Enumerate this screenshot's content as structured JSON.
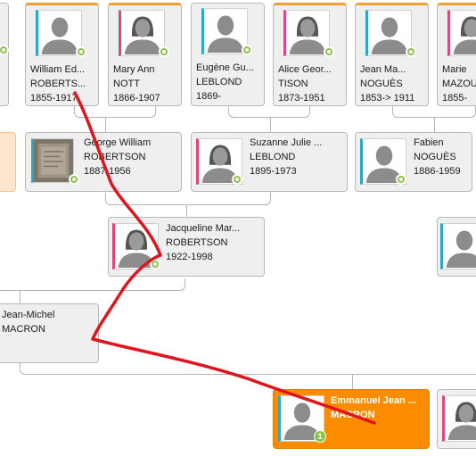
{
  "colors": {
    "male_accent": "#2aa6c8",
    "female_accent": "#e0457b",
    "verified_dot": "#8bc34a",
    "selected_card": "#fb8c00",
    "annotation_red": "#e0141e"
  },
  "people": {
    "william": {
      "first": "William Ed...",
      "last": "ROBERTS...",
      "dates": "1855-1917"
    },
    "maryann": {
      "first": "Mary Ann",
      "last": "NOTT",
      "dates": "1866-1907"
    },
    "eugene": {
      "first": "Eugène Gu...",
      "last": "LEBLOND",
      "dates": "1869-"
    },
    "alice": {
      "first": "Alice Geor...",
      "last": "TISON",
      "dates": "1873-1951"
    },
    "jean_ma": {
      "first": "Jean Ma...",
      "last": "NOGUÈS",
      "dates": "1853-> 1911"
    },
    "marie": {
      "first": "Marie",
      "last": "MAZOU",
      "dates": "1855-"
    },
    "george": {
      "first": "George William",
      "last": "ROBERTSON",
      "dates": "1887-1956"
    },
    "suzanne": {
      "first": "Suzanne Julie ...",
      "last": "LEBLOND",
      "dates": "1895-1973"
    },
    "fabien": {
      "first": "Fabien",
      "last": "NOGUÈS",
      "dates": "1886-1959"
    },
    "jacqueline": {
      "first": "Jacqueline Mar...",
      "last": "ROBERTSON",
      "dates": "1922-1998"
    },
    "jeanmichel": {
      "first": "Jean-Michel",
      "last": "MACRON"
    },
    "emmanuel": {
      "first": "Emmanuel Jean ...",
      "last": "MACRON",
      "badge": "1"
    }
  }
}
